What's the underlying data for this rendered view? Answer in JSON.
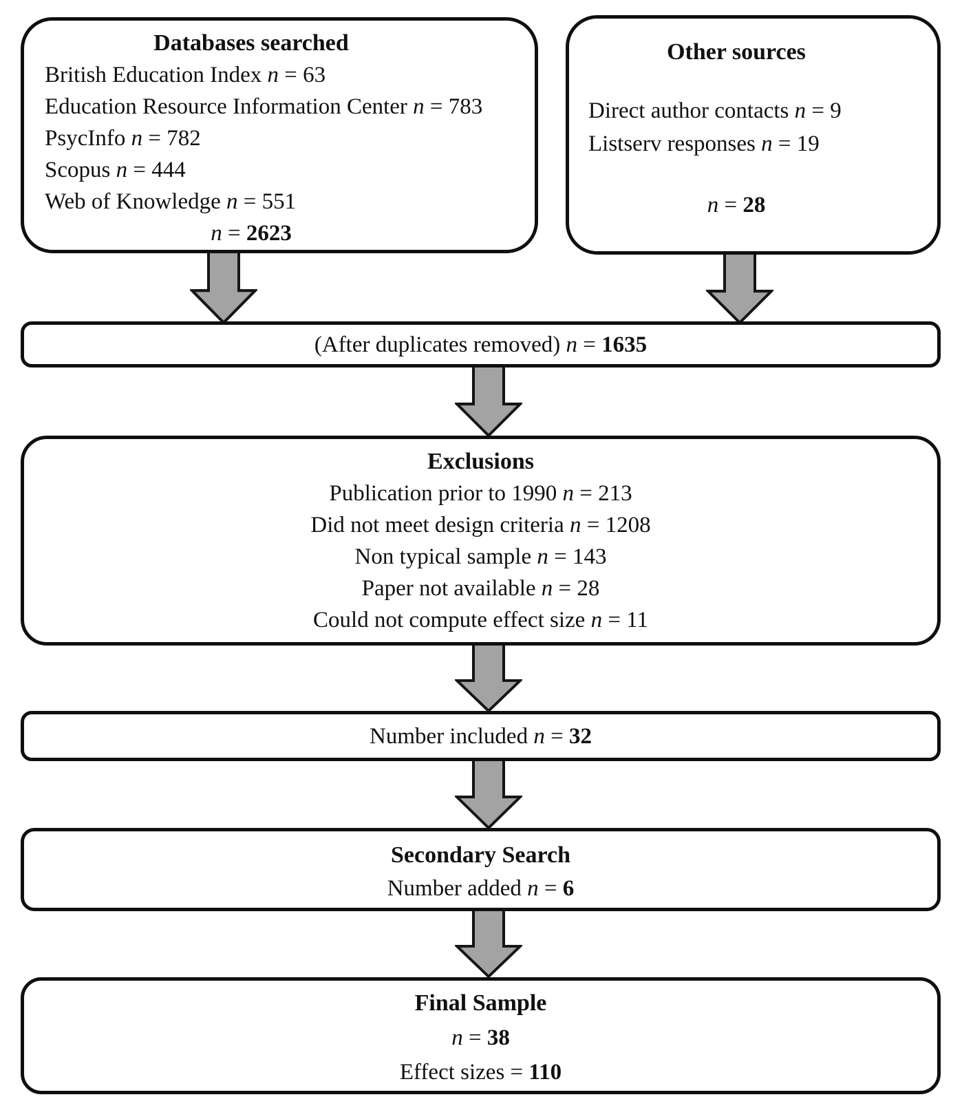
{
  "figure": {
    "background": "#ffffff",
    "border_color": "#0f0f0f",
    "text_color": "#111111",
    "arrow_fill": "#a3a3a3",
    "arrow_stroke": "#151515"
  },
  "databases_box": {
    "title": "Databases searched",
    "lines": [
      {
        "label": "British Education Index",
        "var": "n",
        "eq": "=",
        "value": "63"
      },
      {
        "label": "Education Resource Information Center",
        "var": "n",
        "eq": "=",
        "value": "783"
      },
      {
        "label": "PsycInfo",
        "var": "n",
        "eq": "=",
        "value": "782"
      },
      {
        "label": "Scopus",
        "var": "n",
        "eq": "=",
        "value": "444"
      },
      {
        "label": "Web of Knowledge",
        "var": "n",
        "eq": "=",
        "value": "551"
      }
    ],
    "total": {
      "var": "n",
      "eq": "=",
      "value": "2623"
    }
  },
  "other_sources_box": {
    "title": "Other sources",
    "lines": [
      {
        "label": "Direct author contacts",
        "var": "n",
        "eq": "=",
        "value": "9"
      },
      {
        "label": "Listserv responses",
        "var": "n",
        "eq": "=",
        "value": "19"
      }
    ],
    "total": {
      "var": "n",
      "eq": "=",
      "value": "28"
    }
  },
  "duplicates_box": {
    "label": "(After duplicates removed)",
    "var": "n",
    "eq": "=",
    "value": "1635"
  },
  "exclusions_box": {
    "title": "Exclusions",
    "lines": [
      {
        "label": "Publication prior to 1990",
        "var": "n",
        "eq": "=",
        "value": "213"
      },
      {
        "label": "Did not meet design criteria",
        "var": "n",
        "eq": "=",
        "value": "1208"
      },
      {
        "label": "Non typical sample",
        "var": "n",
        "eq": "=",
        "value": "143"
      },
      {
        "label": "Paper not available",
        "var": "n",
        "eq": "=",
        "value": "28"
      },
      {
        "label": "Could not compute effect size",
        "var": "n",
        "eq": "=",
        "value": "11"
      }
    ]
  },
  "included_box": {
    "label": "Number included",
    "var": "n",
    "eq": "=",
    "value": "32"
  },
  "secondary_box": {
    "title": "Secondary Search",
    "line": {
      "label": "Number added",
      "var": "n",
      "eq": "=",
      "value": "6"
    }
  },
  "final_box": {
    "title": "Final Sample",
    "total": {
      "var": "n",
      "eq": "=",
      "value": "38"
    },
    "effect": {
      "label": "Effect sizes",
      "eq": "=",
      "value": "110"
    }
  }
}
